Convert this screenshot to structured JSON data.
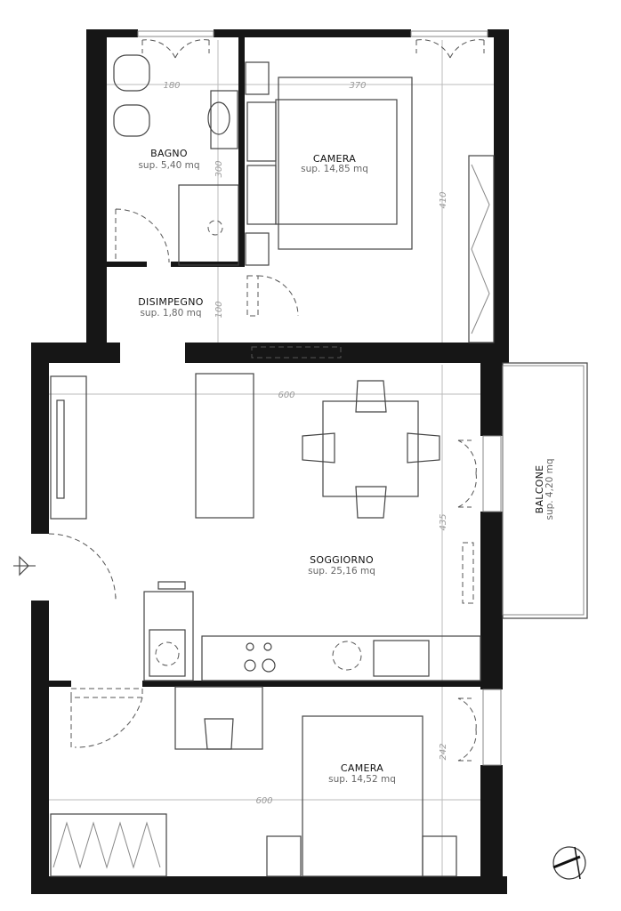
{
  "rooms": {
    "bagno": {
      "name": "BAGNO",
      "area": "sup. 5,40 mq"
    },
    "camera1": {
      "name": "CAMERA",
      "area": "sup. 14,85 mq"
    },
    "disimpegno": {
      "name": "DISIMPEGNO",
      "area": "sup. 1,80 mq"
    },
    "soggiorno": {
      "name": "SOGGIORNO",
      "area": "sup. 25,16 mq"
    },
    "balcone": {
      "name": "BALCONE",
      "area": "sup. 4,20 mq"
    },
    "camera2": {
      "name": "CAMERA",
      "area": "sup. 14,52 mq"
    }
  },
  "dimensions": {
    "bagno_width": "180",
    "camera1_width": "370",
    "camera1_depth": "410",
    "bagno_depth": "300",
    "disimpegno_depth": "100",
    "soggiorno_width": "600",
    "soggiorno_depth": "435",
    "camera2_depth": "242",
    "camera2_width": "600"
  }
}
